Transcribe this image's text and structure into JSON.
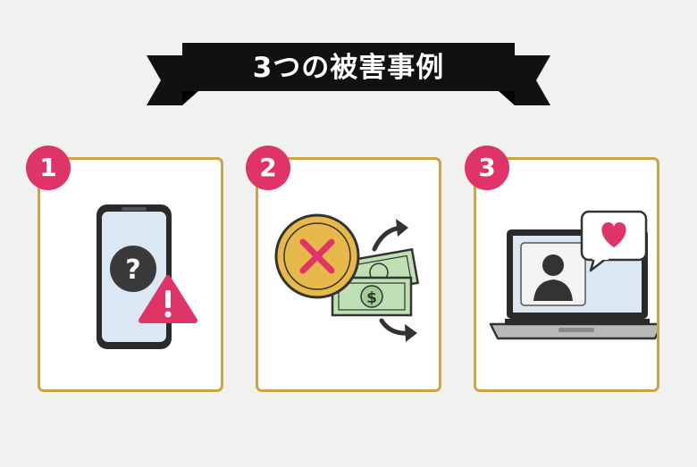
{
  "banner": {
    "title": "3つの被害事例"
  },
  "cases": [
    {
      "number": "1",
      "icon": "smartphone-question-warning-icon"
    },
    {
      "number": "2",
      "icon": "coin-cross-money-flow-icon"
    },
    {
      "number": "3",
      "icon": "laptop-profile-heart-icon"
    }
  ],
  "colors": {
    "background": "#f1f1ef",
    "banner": "#111111",
    "accent": "#e03468",
    "card_border": "#c9a547",
    "coin": "#e6b94a",
    "money": "#bfe0b4",
    "screen": "#dbe8f4"
  }
}
